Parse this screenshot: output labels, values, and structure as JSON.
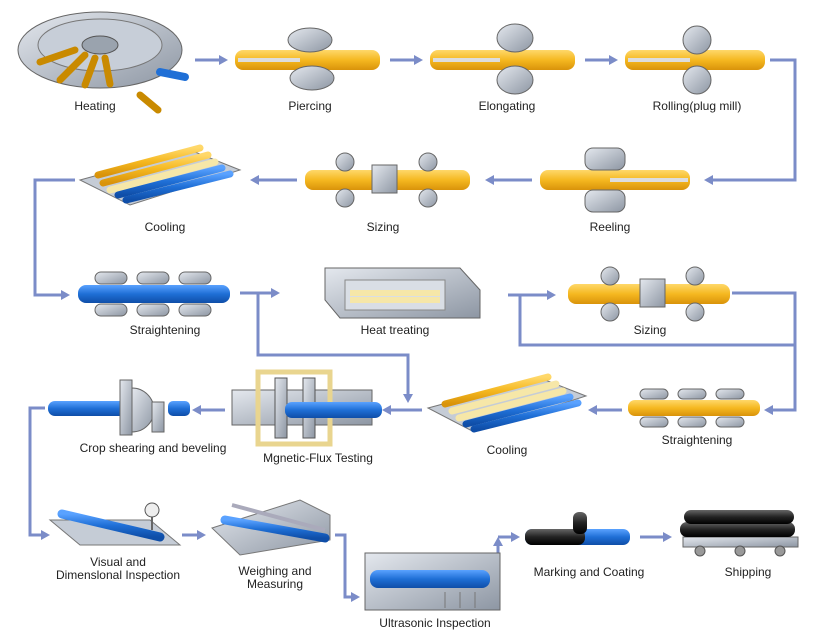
{
  "colors": {
    "hot_pipe": "#f5b820",
    "cold_pipe": "#1f6fd6",
    "machine": "#a9b1bd",
    "flow_arrow": "#7b8cc8",
    "pale_pipe": "#f6e7a8"
  },
  "steps": [
    {
      "label": "Heating"
    },
    {
      "label": "Piercing"
    },
    {
      "label": "Elongating"
    },
    {
      "label": "Rolling(plug mill)"
    },
    {
      "label": "Reeling"
    },
    {
      "label": "Sizing"
    },
    {
      "label": "Cooling"
    },
    {
      "label": "Straightening"
    },
    {
      "label": "Heat treating"
    },
    {
      "label": "Sizing"
    },
    {
      "label": "Straightening"
    },
    {
      "label": "Cooling"
    },
    {
      "label": "Mgnetic-Flux Testing"
    },
    {
      "label": "Crop shearing and beveling"
    },
    {
      "label_line1": "Visual and",
      "label_line2": "Dimenslonal Inspection"
    },
    {
      "label_line1": "Weighing and",
      "label_line2": "Measuring"
    },
    {
      "label": "Ultrasonic Inspection"
    },
    {
      "label": "Marking and Coating"
    },
    {
      "label": "Shipping"
    }
  ]
}
